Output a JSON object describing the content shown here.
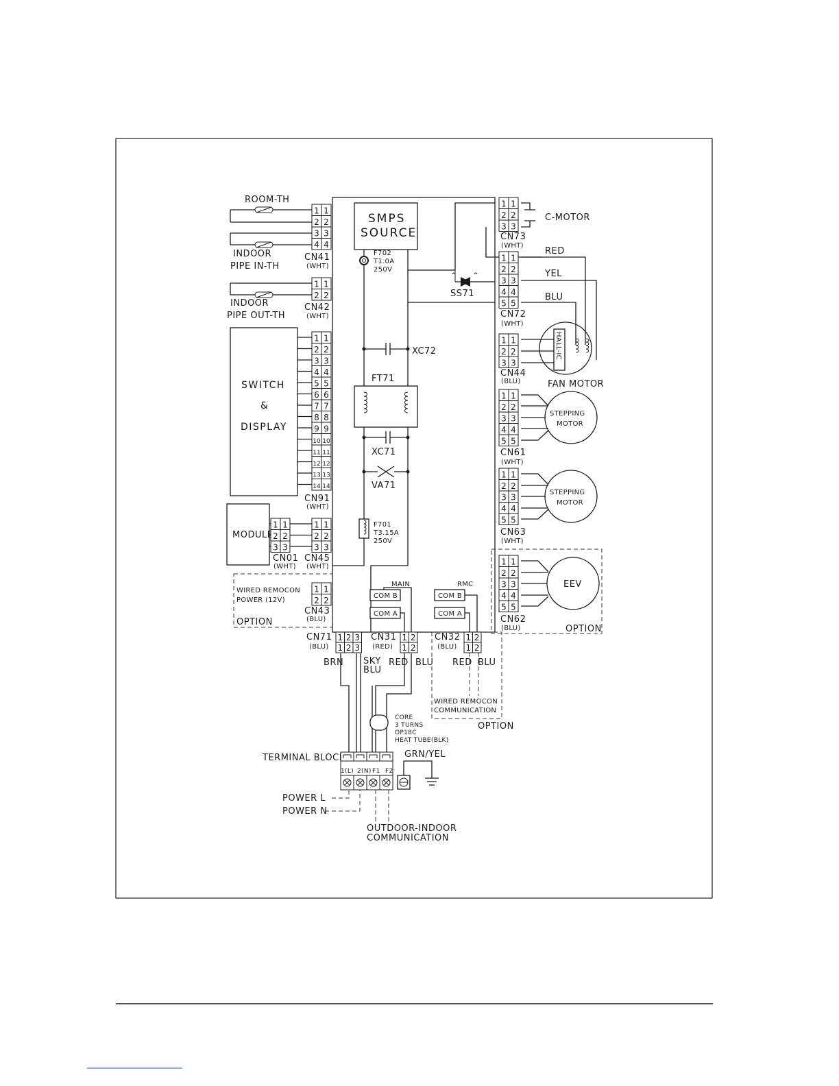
{
  "diagram": {
    "sensors": {
      "room_th": "ROOM-TH",
      "indoor_pipe_in_1": "INDOOR",
      "indoor_pipe_in_2": "PIPE IN-TH",
      "indoor_pipe_out_1": "INDOOR",
      "indoor_pipe_out_2": "PIPE OUT-TH"
    },
    "connectors": {
      "cn41": "CN41",
      "cn42": "CN42",
      "cn91": "CN91",
      "cn01": "CN01",
      "cn45": "CN45",
      "cn43": "CN43",
      "cn71": "CN71",
      "cn31": "CN31",
      "cn32": "CN32",
      "cn73": "CN73",
      "cn72": "CN72",
      "cn44": "CN44",
      "cn61": "CN61",
      "cn63": "CN63",
      "cn62": "CN62"
    },
    "colors": {
      "wht": "(WHT)",
      "blu": "(BLU)",
      "red": "(RED)"
    },
    "blocks": {
      "smps_1": "SMPS",
      "smps_2": "SOURCE",
      "switch": "SWITCH",
      "amp": "&",
      "display": "DISPLAY",
      "module": "MODULE",
      "c_motor": "C-MOTOR",
      "fan_motor": "FAN MOTOR",
      "hall_ic": "HALL-IC",
      "stepping_1": "STEPPING",
      "stepping_2": "MOTOR",
      "eev": "EEV"
    },
    "components": {
      "f702_1": "F702",
      "f702_2": "T1.0A",
      "f702_3": "250V",
      "ss71": "SS71",
      "xc72": "XC72",
      "ft71": "FT71",
      "xc71": "XC71",
      "va71": "VA71",
      "f701_1": "F701",
      "f701_2": "T3.15A",
      "f701_3": "250V"
    },
    "wires": {
      "red": "RED",
      "yel": "YEL",
      "blu": "BLU",
      "brn": "BRN",
      "sky": "SKY",
      "sky_blu": "BLU",
      "red2": "RED",
      "blu2": "BLU",
      "red3": "RED",
      "blu3": "BLU",
      "grn_yel": "GRN/YEL"
    },
    "comm": {
      "main": "MAIN",
      "rmc": "RMC",
      "com_b": "COM B",
      "com_a": "COM A"
    },
    "options": {
      "wired_power_1": "WIRED REMOCON",
      "wired_power_2": "POWER (12V)",
      "option": "OPTION",
      "wired_comm_1": "WIRED REMOCON",
      "wired_comm_2": "COMMUNICATION"
    },
    "core": {
      "line1": "CORE",
      "line2": "3 TURNS",
      "line3": "OP18C",
      "line4": "HEAT TUBE(BLK)"
    },
    "terminal": {
      "label": "TERMINAL BLOCK",
      "t1": "1(L)",
      "t2": "2(N)",
      "t3": "F1",
      "t4": "F2",
      "power_l": "POWER L",
      "power_n": "POWER N",
      "outdoor_1": "OUTDOOR-INDOOR",
      "outdoor_2": "COMMUNICATION"
    }
  }
}
